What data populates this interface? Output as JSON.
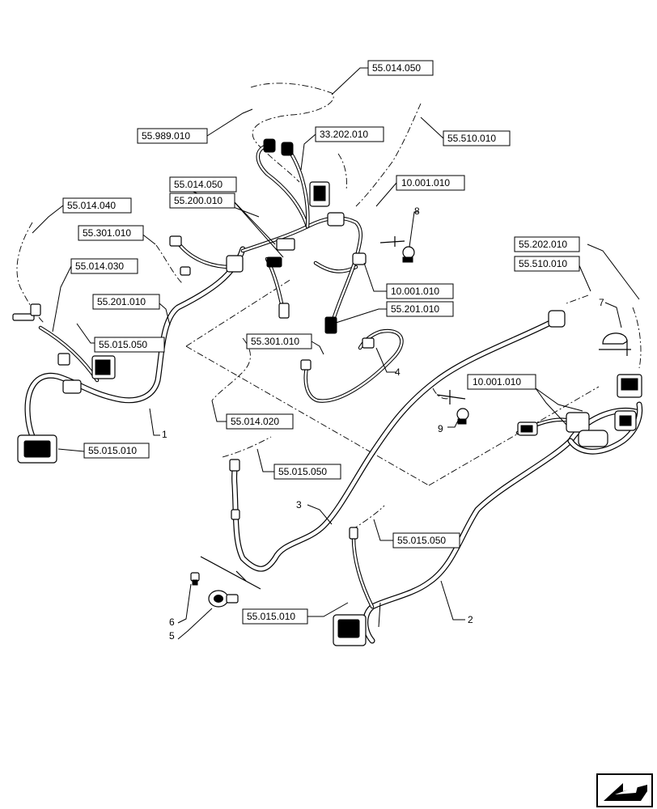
{
  "references": [
    {
      "id": "ref-55-014-050-top",
      "text": "55.014.050"
    },
    {
      "id": "ref-55-989-010",
      "text": "55.989.010"
    },
    {
      "id": "ref-33-202-010",
      "text": "33.202.010"
    },
    {
      "id": "ref-55-510-010-top",
      "text": "55.510.010"
    },
    {
      "id": "ref-55-014-050-mid",
      "text": "55.014.050"
    },
    {
      "id": "ref-55-200-010",
      "text": "55.200.010"
    },
    {
      "id": "ref-10-001-010-top",
      "text": "10.001.010"
    },
    {
      "id": "ref-55-014-040",
      "text": "55.014.040"
    },
    {
      "id": "ref-55-301-010-left",
      "text": "55.301.010"
    },
    {
      "id": "ref-55-014-030",
      "text": "55.014.030"
    },
    {
      "id": "ref-55-202-010",
      "text": "55.202.010"
    },
    {
      "id": "ref-55-510-010-right",
      "text": "55.510.010"
    },
    {
      "id": "ref-55-201-010-left",
      "text": "55.201.010"
    },
    {
      "id": "ref-10-001-010-mid",
      "text": "10.001.010"
    },
    {
      "id": "ref-55-201-010-mid",
      "text": "55.201.010"
    },
    {
      "id": "ref-55-015-050-left",
      "text": "55.015.050"
    },
    {
      "id": "ref-55-301-010-mid",
      "text": "55.301.010"
    },
    {
      "id": "ref-10-001-010-right",
      "text": "10.001.010"
    },
    {
      "id": "ref-55-014-020",
      "text": "55.014.020"
    },
    {
      "id": "ref-55-015-010-left",
      "text": "55.015.010"
    },
    {
      "id": "ref-55-015-050-center",
      "text": "55.015.050"
    },
    {
      "id": "ref-55-015-050-right",
      "text": "55.015.050"
    },
    {
      "id": "ref-55-015-010-bottom",
      "text": "55.015.010"
    }
  ],
  "item_numbers": [
    {
      "id": "item-1",
      "text": "1"
    },
    {
      "id": "item-2",
      "text": "2"
    },
    {
      "id": "item-3",
      "text": "3"
    },
    {
      "id": "item-4",
      "text": "4"
    },
    {
      "id": "item-5",
      "text": "5"
    },
    {
      "id": "item-6",
      "text": "6"
    },
    {
      "id": "item-7",
      "text": "7"
    },
    {
      "id": "item-8",
      "text": "8"
    },
    {
      "id": "item-9",
      "text": "9"
    }
  ],
  "icons": {
    "navigation": "next-page-arrow-icon"
  }
}
